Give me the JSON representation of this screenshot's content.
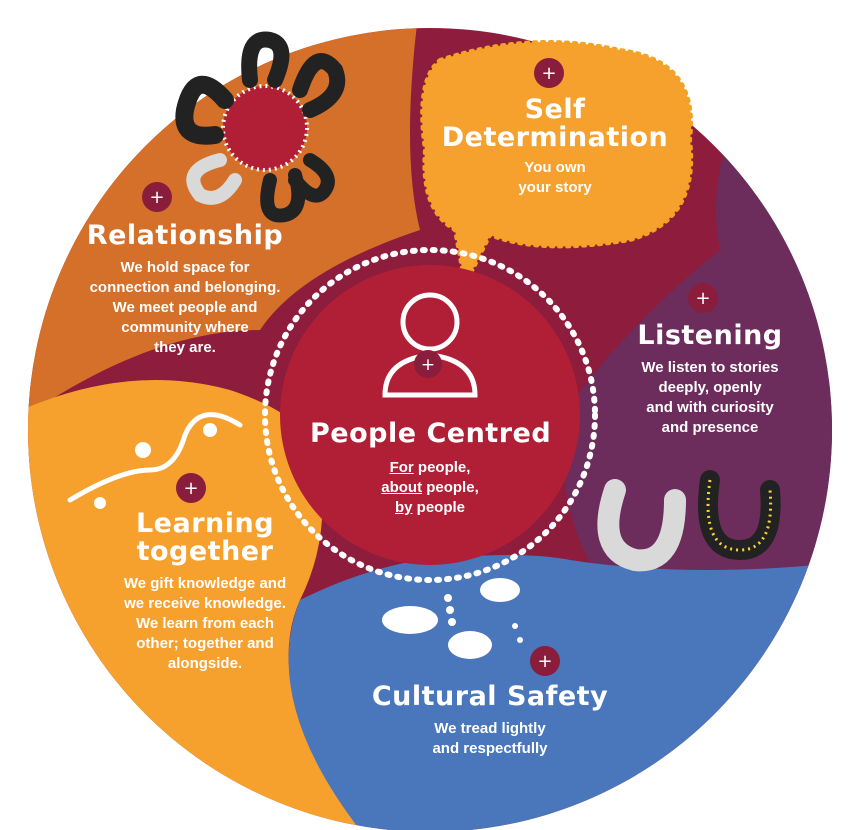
{
  "segments": [
    {
      "id": "relationship",
      "title": "Relationship",
      "body": [
        "We hold space for",
        "connection and belonging.",
        "We meet people and",
        "community where",
        "they are."
      ]
    },
    {
      "id": "self-determination",
      "title_lines": [
        "Self",
        "Determination"
      ],
      "body": [
        "You own",
        "your story"
      ]
    },
    {
      "id": "listening",
      "title": "Listening",
      "body": [
        "We listen to stories",
        "deeply, openly",
        "and with curiosity",
        "and presence"
      ]
    },
    {
      "id": "learning-together",
      "title_lines": [
        "Learning",
        "together"
      ],
      "body": [
        "We gift knowledge and",
        "we receive knowledge.",
        "We learn from each",
        "other; together and",
        "alongside."
      ]
    },
    {
      "id": "cultural-safety",
      "title": "Cultural Safety",
      "body": [
        "We tread lightly",
        "and respectfully"
      ]
    }
  ],
  "center": {
    "title": "People Centred",
    "line1_em": "For",
    "line1_rest": " people,",
    "line2_em": "about",
    "line2_rest": " people,",
    "line3_em": "by",
    "line3_rest": " people"
  },
  "plus_symbol": "+",
  "colors": {
    "orange": "#d4702a",
    "light_orange": "#f6a02e",
    "crimson": "#8e1c3c",
    "purple": "#6c2c5c",
    "blue": "#4a77bb",
    "center_red": "#b01f35",
    "plus_bg": "#8a1c3c",
    "yellow": "#f4d632"
  }
}
